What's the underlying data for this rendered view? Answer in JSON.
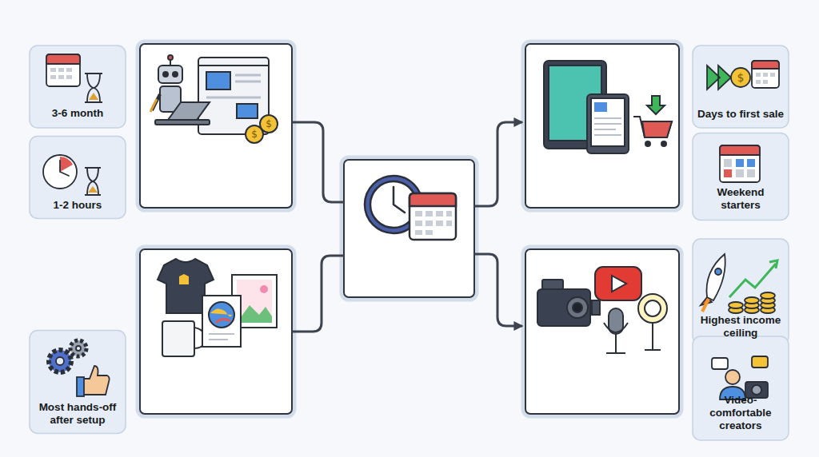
{
  "diagram": {
    "nodes": [
      {
        "text": [
          "3-6 month"
        ]
      },
      {
        "text": [
          "1-2 hours"
        ]
      },
      {
        "text": [
          "Most hands-off after setup"
        ]
      },
      {
        "text": [
          "Days to first sale"
        ]
      },
      {
        "text": [
          "Weekend starters"
        ]
      },
      {
        "text": [
          "Highest income ceiling"
        ]
      },
      {
        "text": [
          "Video-comfortable creators"
        ]
      }
    ]
  }
}
